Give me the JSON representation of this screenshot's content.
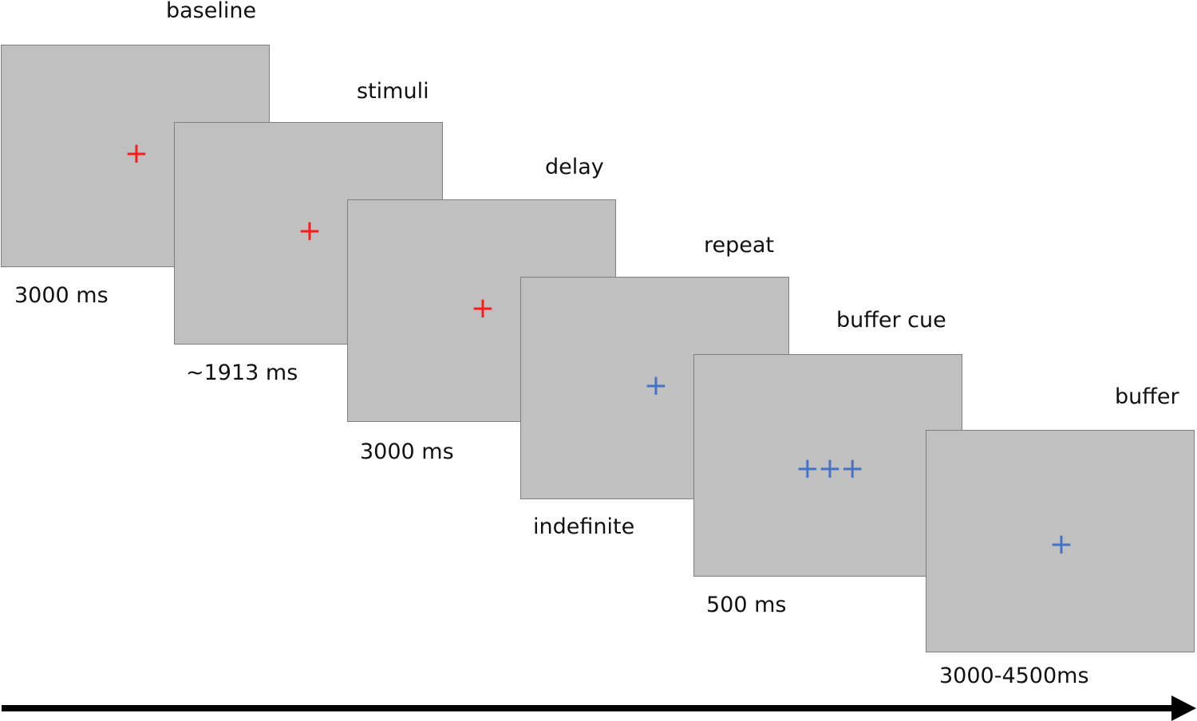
{
  "colors": {
    "screen_fill": "#c0c0c0",
    "screen_border": "#7f7f7f",
    "red_fixation": "#ff1a1a",
    "blue_fixation": "#4472c4",
    "arrow": "#000000"
  },
  "trial": [
    {
      "phase": "baseline",
      "duration": "3000 ms",
      "fixation": "+",
      "fixation_color": "#ff1a1a"
    },
    {
      "phase": "stimuli",
      "duration": "~1913 ms",
      "fixation": "+",
      "fixation_color": "#ff1a1a"
    },
    {
      "phase": "delay",
      "duration": "3000 ms",
      "fixation": "+",
      "fixation_color": "#ff1a1a"
    },
    {
      "phase": "repeat",
      "duration": "indefinite",
      "fixation": "+",
      "fixation_color": "#4472c4"
    },
    {
      "phase": "buffer cue",
      "duration": "500 ms",
      "fixation": "+++",
      "fixation_color": "#4472c4"
    },
    {
      "phase": "buffer",
      "duration": "3000-4500ms",
      "fixation": "+",
      "fixation_color": "#4472c4"
    }
  ],
  "timeline_icon": "right-arrow-icon"
}
